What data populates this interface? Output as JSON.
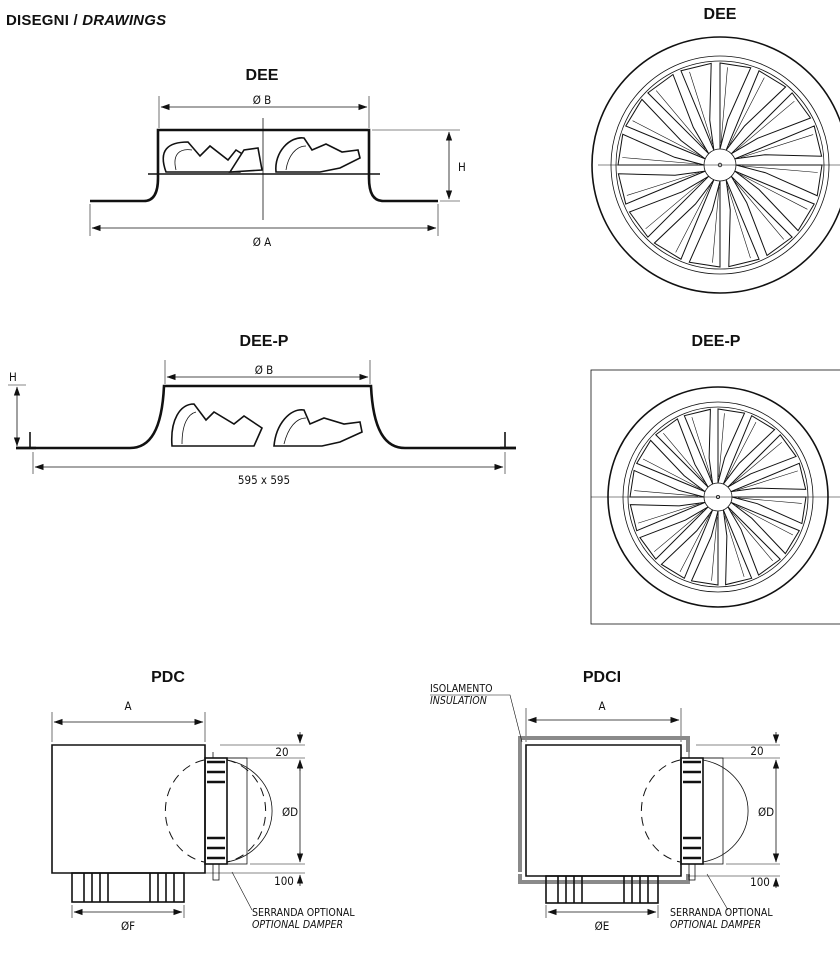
{
  "header": {
    "title_main": "DISEGNI / ",
    "title_italic": "DRAWINGS"
  },
  "views": {
    "dee_side": {
      "title": "DEE",
      "dim_top": "Ø B",
      "dim_bottom": "Ø A",
      "dim_height": "H"
    },
    "dee_front": {
      "title": "DEE"
    },
    "deep_side": {
      "title": "DEE-P",
      "dim_top": "Ø B",
      "dim_bottom": "595 x 595",
      "dim_height": "H"
    },
    "deep_front": {
      "title": "DEE-P"
    },
    "pdc": {
      "title": "PDC",
      "dim_width": "A",
      "dim_top_offset": "20",
      "dim_diameter": "ØD",
      "dim_bottom_offset": "100",
      "dim_spigot": "ØF",
      "note_line1": "SERRANDA OPTIONAL",
      "note_line2": "OPTIONAL DAMPER"
    },
    "pdci": {
      "title": "PDCI",
      "dim_width": "A",
      "dim_top_offset": "20",
      "dim_diameter": "ØD",
      "dim_bottom_offset": "100",
      "dim_spigot": "ØE",
      "insulation_line1": "ISOLAMENTO",
      "insulation_line2": "INSULATION",
      "note_line1": "SERRANDA OPTIONAL",
      "note_line2": "OPTIONAL DAMPER"
    }
  }
}
